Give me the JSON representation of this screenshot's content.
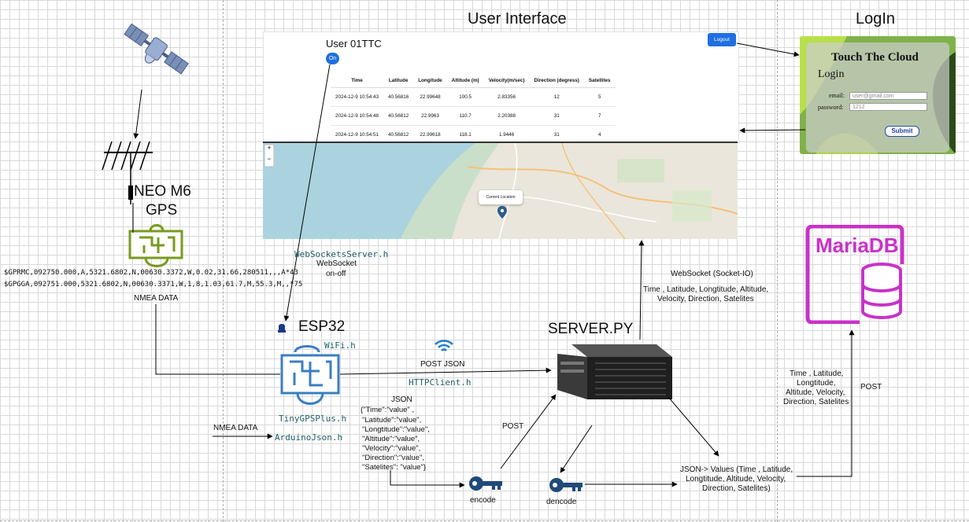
{
  "sections": {
    "ui_title": "User Interface",
    "login_title": "LogIn"
  },
  "ui": {
    "user": "User 01TTC",
    "on_label": "On",
    "logout_label": "Logout",
    "columns": [
      "Time",
      "Latitude",
      "Longitude",
      "Altitude (m)",
      "Velocity(m/sec)",
      "Direction (degress)",
      "Satellites"
    ],
    "rows": [
      [
        "2024-12-9 10:54:43",
        "40.56816",
        "22.99648",
        "100.5",
        "2.83356",
        "12",
        "5"
      ],
      [
        "2024-12-9 10:54:48",
        "40.56812",
        "22.9963",
        "110.7",
        "2.20388",
        "31",
        "7"
      ],
      [
        "2024-12-9 10:54:51",
        "40.56812",
        "22.99618",
        "118.1",
        "1.9446",
        "31",
        "4"
      ]
    ],
    "map_popup": "Current Location",
    "zoom_in": "+",
    "zoom_out": "−"
  },
  "login": {
    "heading": "Touch The Cloud",
    "subheading": "Login",
    "email_label": "email:",
    "email_value": "user@gmail.com",
    "password_label": "password:",
    "password_value": "1212",
    "submit_label": "Submit"
  },
  "gps": {
    "name_line1": "NEO M6",
    "name_line2": "GPS",
    "nmea_line1": "$GPRMC,092750.000,A,5321.6802,N,00630.3372,W,0.02,31.66,280511,,,A*43",
    "nmea_line2": "$GPGGA,092751.000,5321.6802,N,00630.3371,W,1,8,1.03,61.7,M,55.3,M,,*75",
    "nmea_label": "NMEA  DATA"
  },
  "esp32": {
    "name": "ESP32",
    "wifi_lib": "WiFi.h",
    "gps_lib": "TinyGPSPlus.h",
    "json_lib": "ArduinoJson.h",
    "nmea_in_label": "NMEA  DATA"
  },
  "websocket": {
    "lib": "WebSocketsServer.h",
    "label_line1": "WebSocket",
    "label_line2": "on-off"
  },
  "links": {
    "post_json": "POST  JSON",
    "http_lib": "HTTPClient.h",
    "post": "POST",
    "post_db": "POST",
    "socketio": "WebSocket (Socket-IO)",
    "fields_line1": "Time , Latitude, Longtitude, Altitude,",
    "fields_line2": "Velocity, Direction, Satelites",
    "db_fields": [
      "Time , Latitude,",
      "Longtitude,",
      "Altitude, Velocity,",
      "Direction, Satelites"
    ]
  },
  "json_block": {
    "title": "JSON",
    "lines": [
      "{\"Time\":\"value\" ,",
      "\"Latitude\":\"value\",",
      "\"Longtitude\":\"value\",",
      "\"Altitude\":\"value\",",
      "\"Velocity\":\"value\",",
      "\"Direction\":\"value\",",
      "\"Satelites\": \"value\"}"
    ]
  },
  "keys": {
    "encode": "encode",
    "decode": "dencode"
  },
  "server": {
    "name": "SERVER.PY"
  },
  "values": {
    "lines": [
      "JSON-> Values (Time , Latitude,",
      "Longtitude, Altitude, Velocity,",
      "Direction, Satelites)"
    ]
  },
  "db": {
    "name": "MariaDB",
    "color": "#c832c8"
  }
}
